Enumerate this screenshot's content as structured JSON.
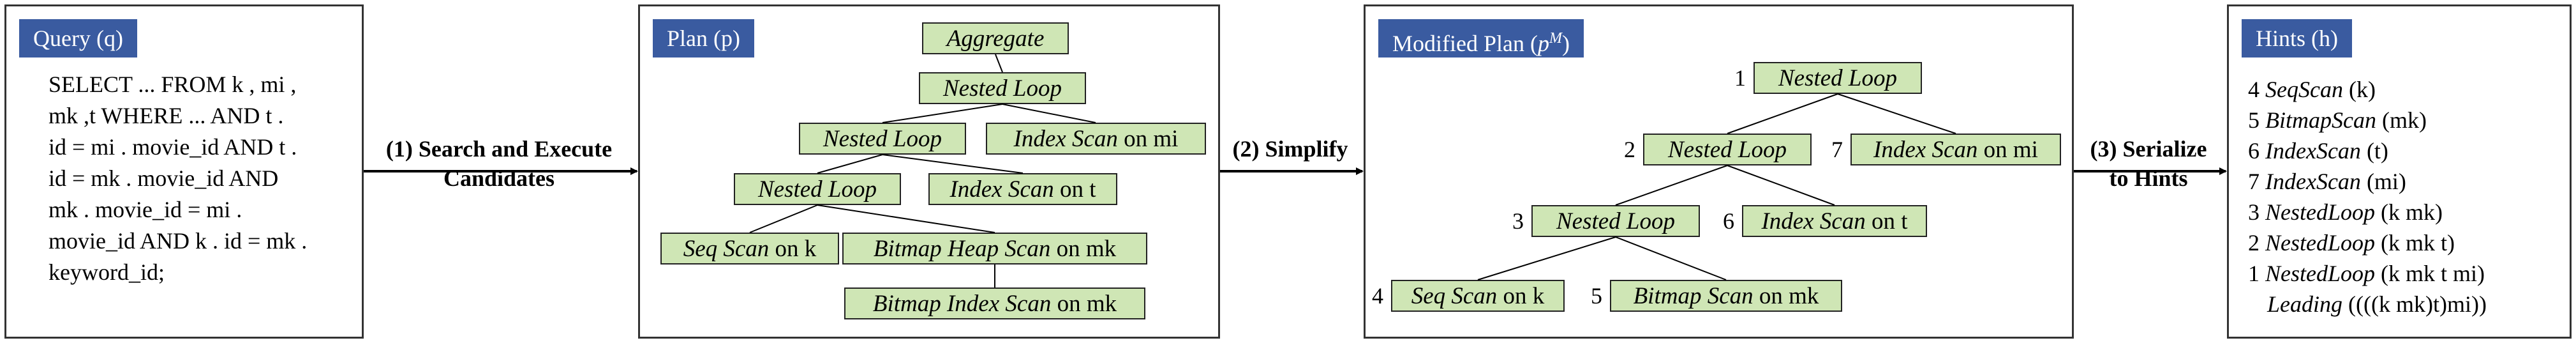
{
  "query_panel": {
    "title": "Query (q)",
    "lines": [
      "SELECT ... FROM k , mi ,",
      "mk ,t WHERE ... AND t .",
      "id = mi . movie_id AND t .",
      "id = mk . movie_id AND",
      "mk . movie_id = mi .",
      "movie_id AND k . id = mk .",
      "keyword_id;"
    ]
  },
  "arrow1": {
    "line1": "(1) Search and Execute",
    "line2": "Candidates"
  },
  "plan_panel": {
    "title": "Plan (p)",
    "nodes": {
      "aggregate": {
        "op": "Aggregate"
      },
      "nl_top": {
        "op": "Nested Loop"
      },
      "nl_mid": {
        "op": "Nested Loop"
      },
      "idx_mi": {
        "op": "Index Scan",
        "suffix": " on mi"
      },
      "nl_low": {
        "op": "Nested Loop"
      },
      "idx_t": {
        "op": "Index Scan",
        "suffix": " on t"
      },
      "seq_k": {
        "op": "Seq Scan",
        "suffix": " on k"
      },
      "bheap_mk": {
        "op": "Bitmap Heap Scan",
        "suffix": " on mk"
      },
      "bidx_mk": {
        "op": "Bitmap Index Scan",
        "suffix": " on mk"
      }
    }
  },
  "arrow2": {
    "label": "(2) Simplify"
  },
  "modified_panel": {
    "title_prefix": "Modified Plan (",
    "title_var": "p",
    "title_sup": "M",
    "title_suffix": ")",
    "nodes": {
      "n1": {
        "num": "1",
        "op": "Nested Loop"
      },
      "n2": {
        "num": "2",
        "op": "Nested Loop"
      },
      "n7": {
        "num": "7",
        "op": "Index Scan",
        "suffix": " on mi"
      },
      "n3": {
        "num": "3",
        "op": "Nested Loop"
      },
      "n6": {
        "num": "6",
        "op": "Index Scan",
        "suffix": " on t"
      },
      "n4": {
        "num": "4",
        "op": "Seq Scan",
        "suffix": " on k"
      },
      "n5": {
        "num": "5",
        "op": "Bitmap Scan",
        "suffix": " on mk"
      }
    }
  },
  "arrow3": {
    "line1": "(3) Serialize",
    "line2": "to Hints"
  },
  "hints_panel": {
    "title": "Hints (h)",
    "items": [
      {
        "num": "4",
        "op": "SeqScan",
        "args": " (k)"
      },
      {
        "num": "5",
        "op": "BitmapScan",
        "args": " (mk)"
      },
      {
        "num": "6",
        "op": "IndexScan",
        "args": " (t)"
      },
      {
        "num": "7",
        "op": "IndexScan",
        "args": " (mi)"
      },
      {
        "num": "3",
        "op": "NestedLoop",
        "args": " (k mk)"
      },
      {
        "num": "2",
        "op": "NestedLoop",
        "args": " (k mk t)"
      },
      {
        "num": "1",
        "op": "NestedLoop",
        "args": " (k mk t mi)"
      },
      {
        "num": "",
        "op": "Leading",
        "args": " ((((k mk)t)mi))"
      }
    ]
  }
}
